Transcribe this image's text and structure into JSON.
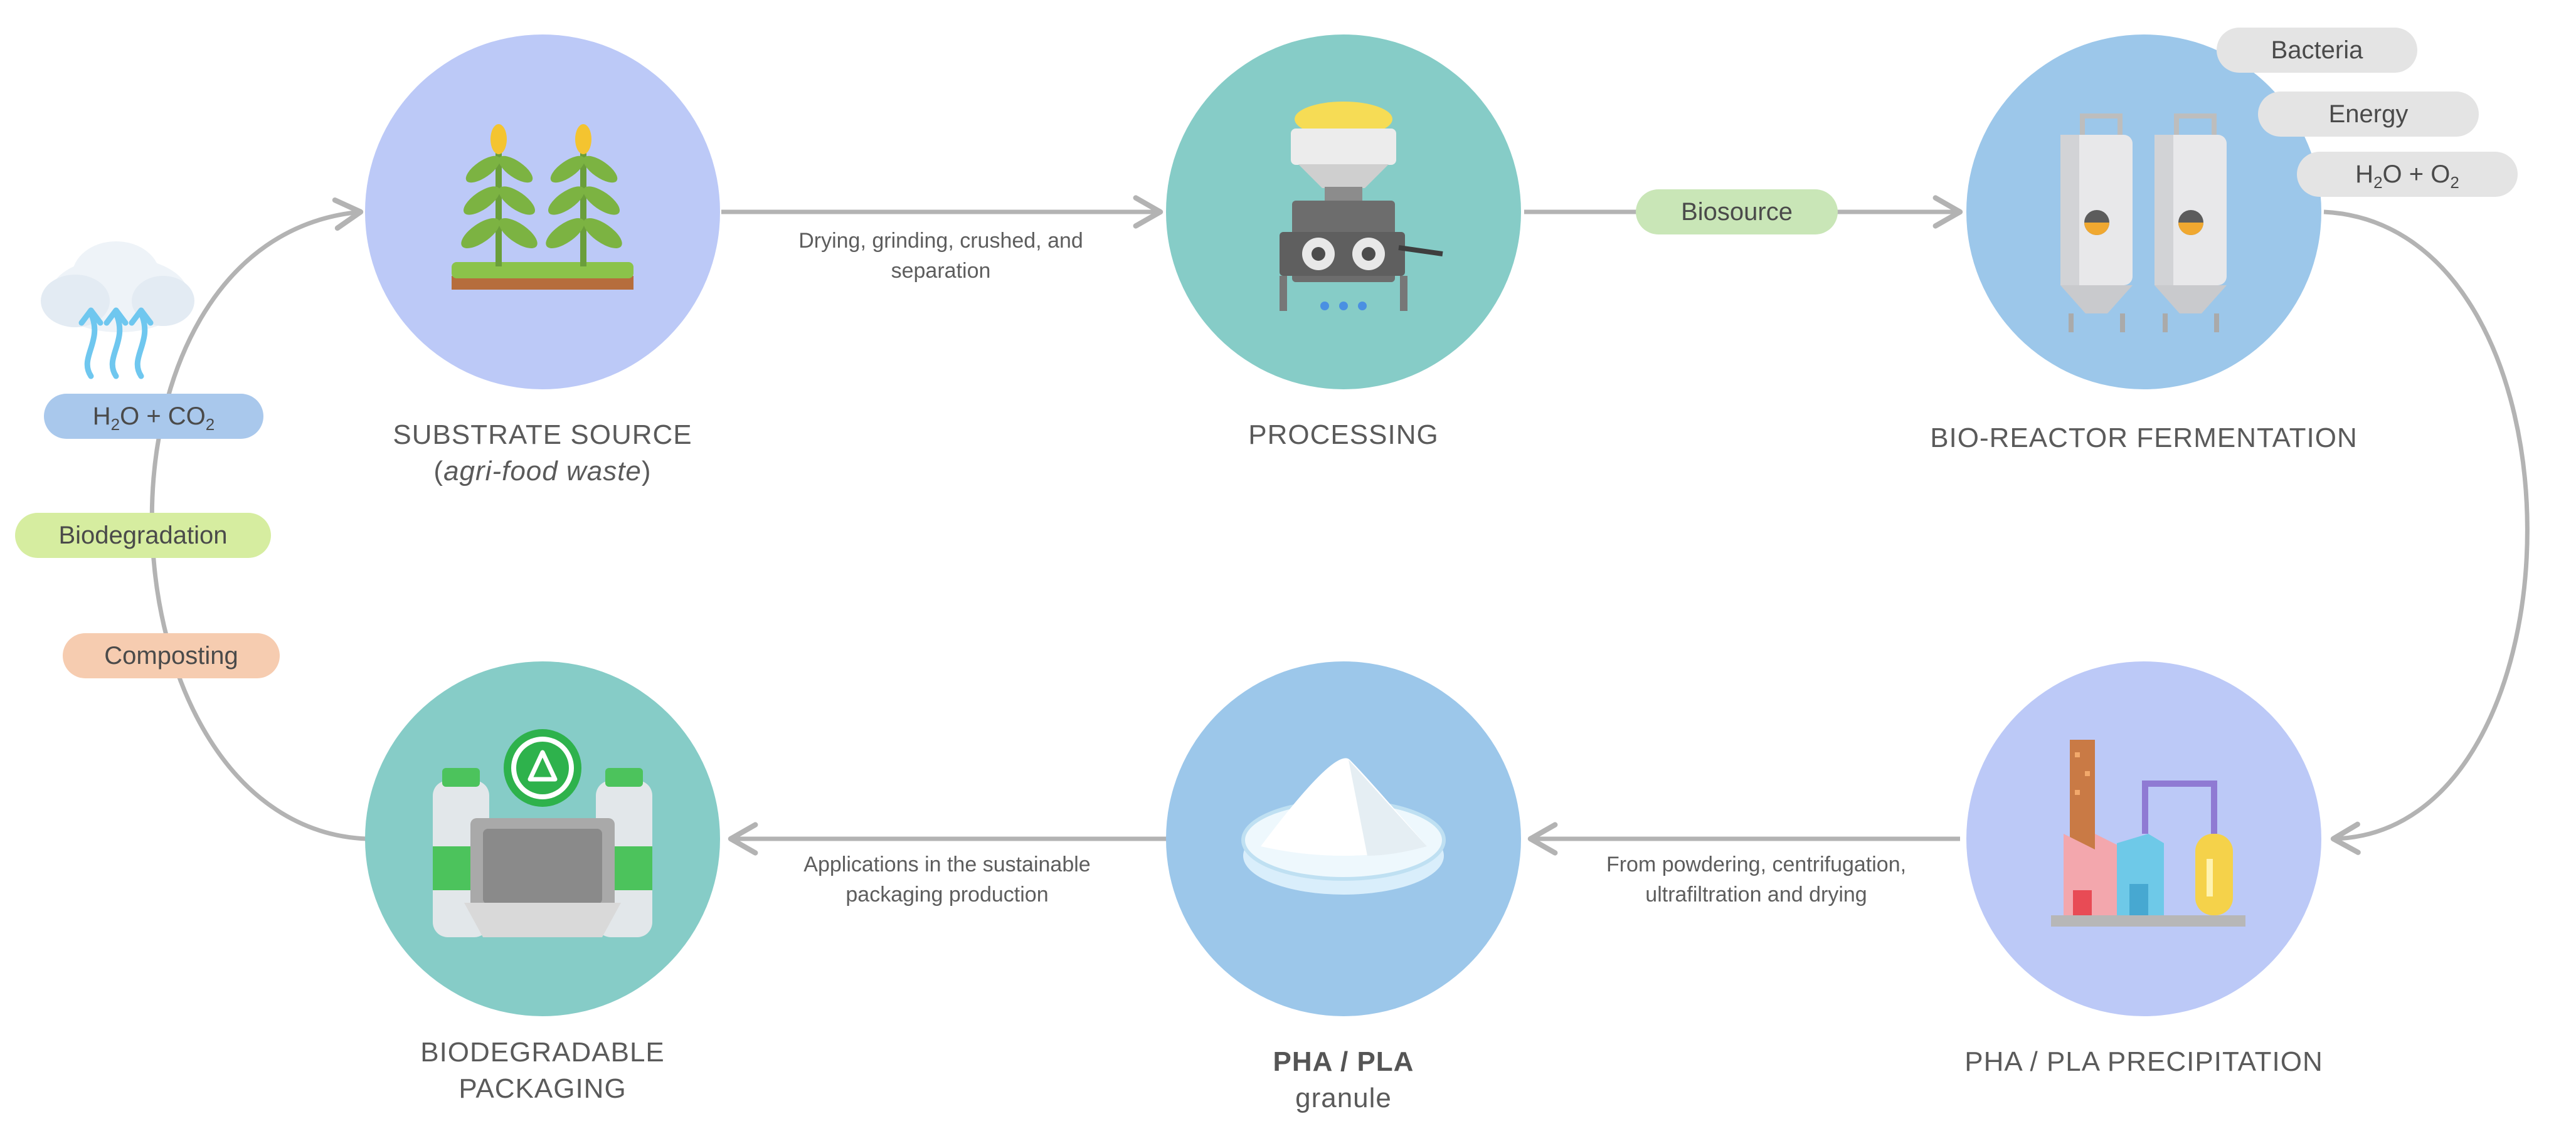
{
  "stages": {
    "substrate": {
      "title": "SUBSTRATE SOURCE",
      "subtitle": "agri-food waste",
      "icon": "wheat-plants-icon",
      "circle_color": "#bcc9f7"
    },
    "processing": {
      "title": "PROCESSING",
      "icon": "processing-machine-icon",
      "circle_color": "#86ccc7"
    },
    "bioreactor": {
      "title": "BIO-REACTOR FERMENTATION",
      "icon": "steel-tanks-icon",
      "circle_color": "#9cc7ea"
    },
    "precipitation": {
      "title": "PHA / PLA PRECIPITATION",
      "icon": "factory-icon",
      "circle_color": "#bcc9f7"
    },
    "granule": {
      "title": "PHA / PLA",
      "subtitle": "granule",
      "icon": "petri-dish-powder-icon",
      "circle_color": "#9cc7ea"
    },
    "packaging": {
      "title_line1": "BIODEGRADABLE",
      "title_line2": "PACKAGING",
      "icon": "recyclable-packaging-icon",
      "circle_color": "#86ccc7"
    }
  },
  "flow_labels": {
    "drying": {
      "line1": "Drying, grinding, crushed, and",
      "line2": "separation"
    },
    "powdering": {
      "line1": "From powdering, centrifugation,",
      "line2": "ultrafiltration and drying"
    },
    "applications": {
      "line1": "Applications in the sustainable",
      "line2": "packaging production"
    }
  },
  "pills": {
    "biosource": {
      "text": "Biosource",
      "color": "#c9e6b7"
    },
    "bacteria": {
      "text": "Bacteria",
      "color": "#e4e4e4"
    },
    "energy": {
      "text": "Energy",
      "color": "#e4e4e4"
    },
    "h2o_o2": {
      "a": "H",
      "b": "2",
      "c": "O + O",
      "d": "2",
      "color": "#e4e4e4"
    },
    "h2o_co2": {
      "a": "H",
      "b": "2",
      "c": "O + CO",
      "d": "2",
      "color": "#a9c8ec"
    },
    "biodegradation": {
      "text": "Biodegradation",
      "color": "#d6eda0"
    },
    "composting": {
      "text": "Composting",
      "color": "#f6ccb0"
    }
  },
  "cloud": {
    "icon": "cloud-evaporation-icon"
  },
  "colors": {
    "arrow": "#b3b3b3"
  }
}
